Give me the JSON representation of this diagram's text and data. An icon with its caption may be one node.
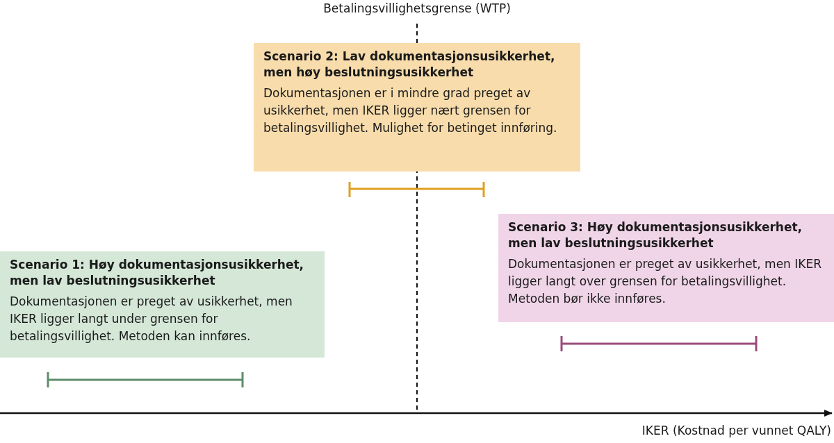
{
  "diagram": {
    "nodes": [
      {
        "text": [
          "Scenario 2: Lav dokumentasjonsusikkerhet, men høy beslutningsusikkerhet",
          "Dokumentasjonen er i mindre grad preget av usikkerhet, men IKER ligger nært grensen for betalingsvillighet. Mulighet for betinget innføring."
        ]
      },
      {
        "text": [
          "Scenario 3: Høy dokumentasjonsusikkerhet, men lav beslutningsusikkerhet",
          "Dokumentasjonen er preget av usikkerhet, men IKER ligger langt over grensen for betalingsvillighet. Metoden bør ikke innføres."
        ]
      },
      {
        "text": [
          "Scenario 1: Høy dokumentasjonsusikkerhet, men lav beslutningsusikkerhet",
          "Dokumentasjonen er preget av usikkerhet, men IKER ligger langt under grensen for betalingsvillighet. Metoden kan innføres."
        ]
      }
    ],
    "edges": [],
    "labels": [
      "Betalingsvillighetsgrense (WTP)",
      "IKER (Kostnad per vunnet QALY)"
    ]
  }
}
